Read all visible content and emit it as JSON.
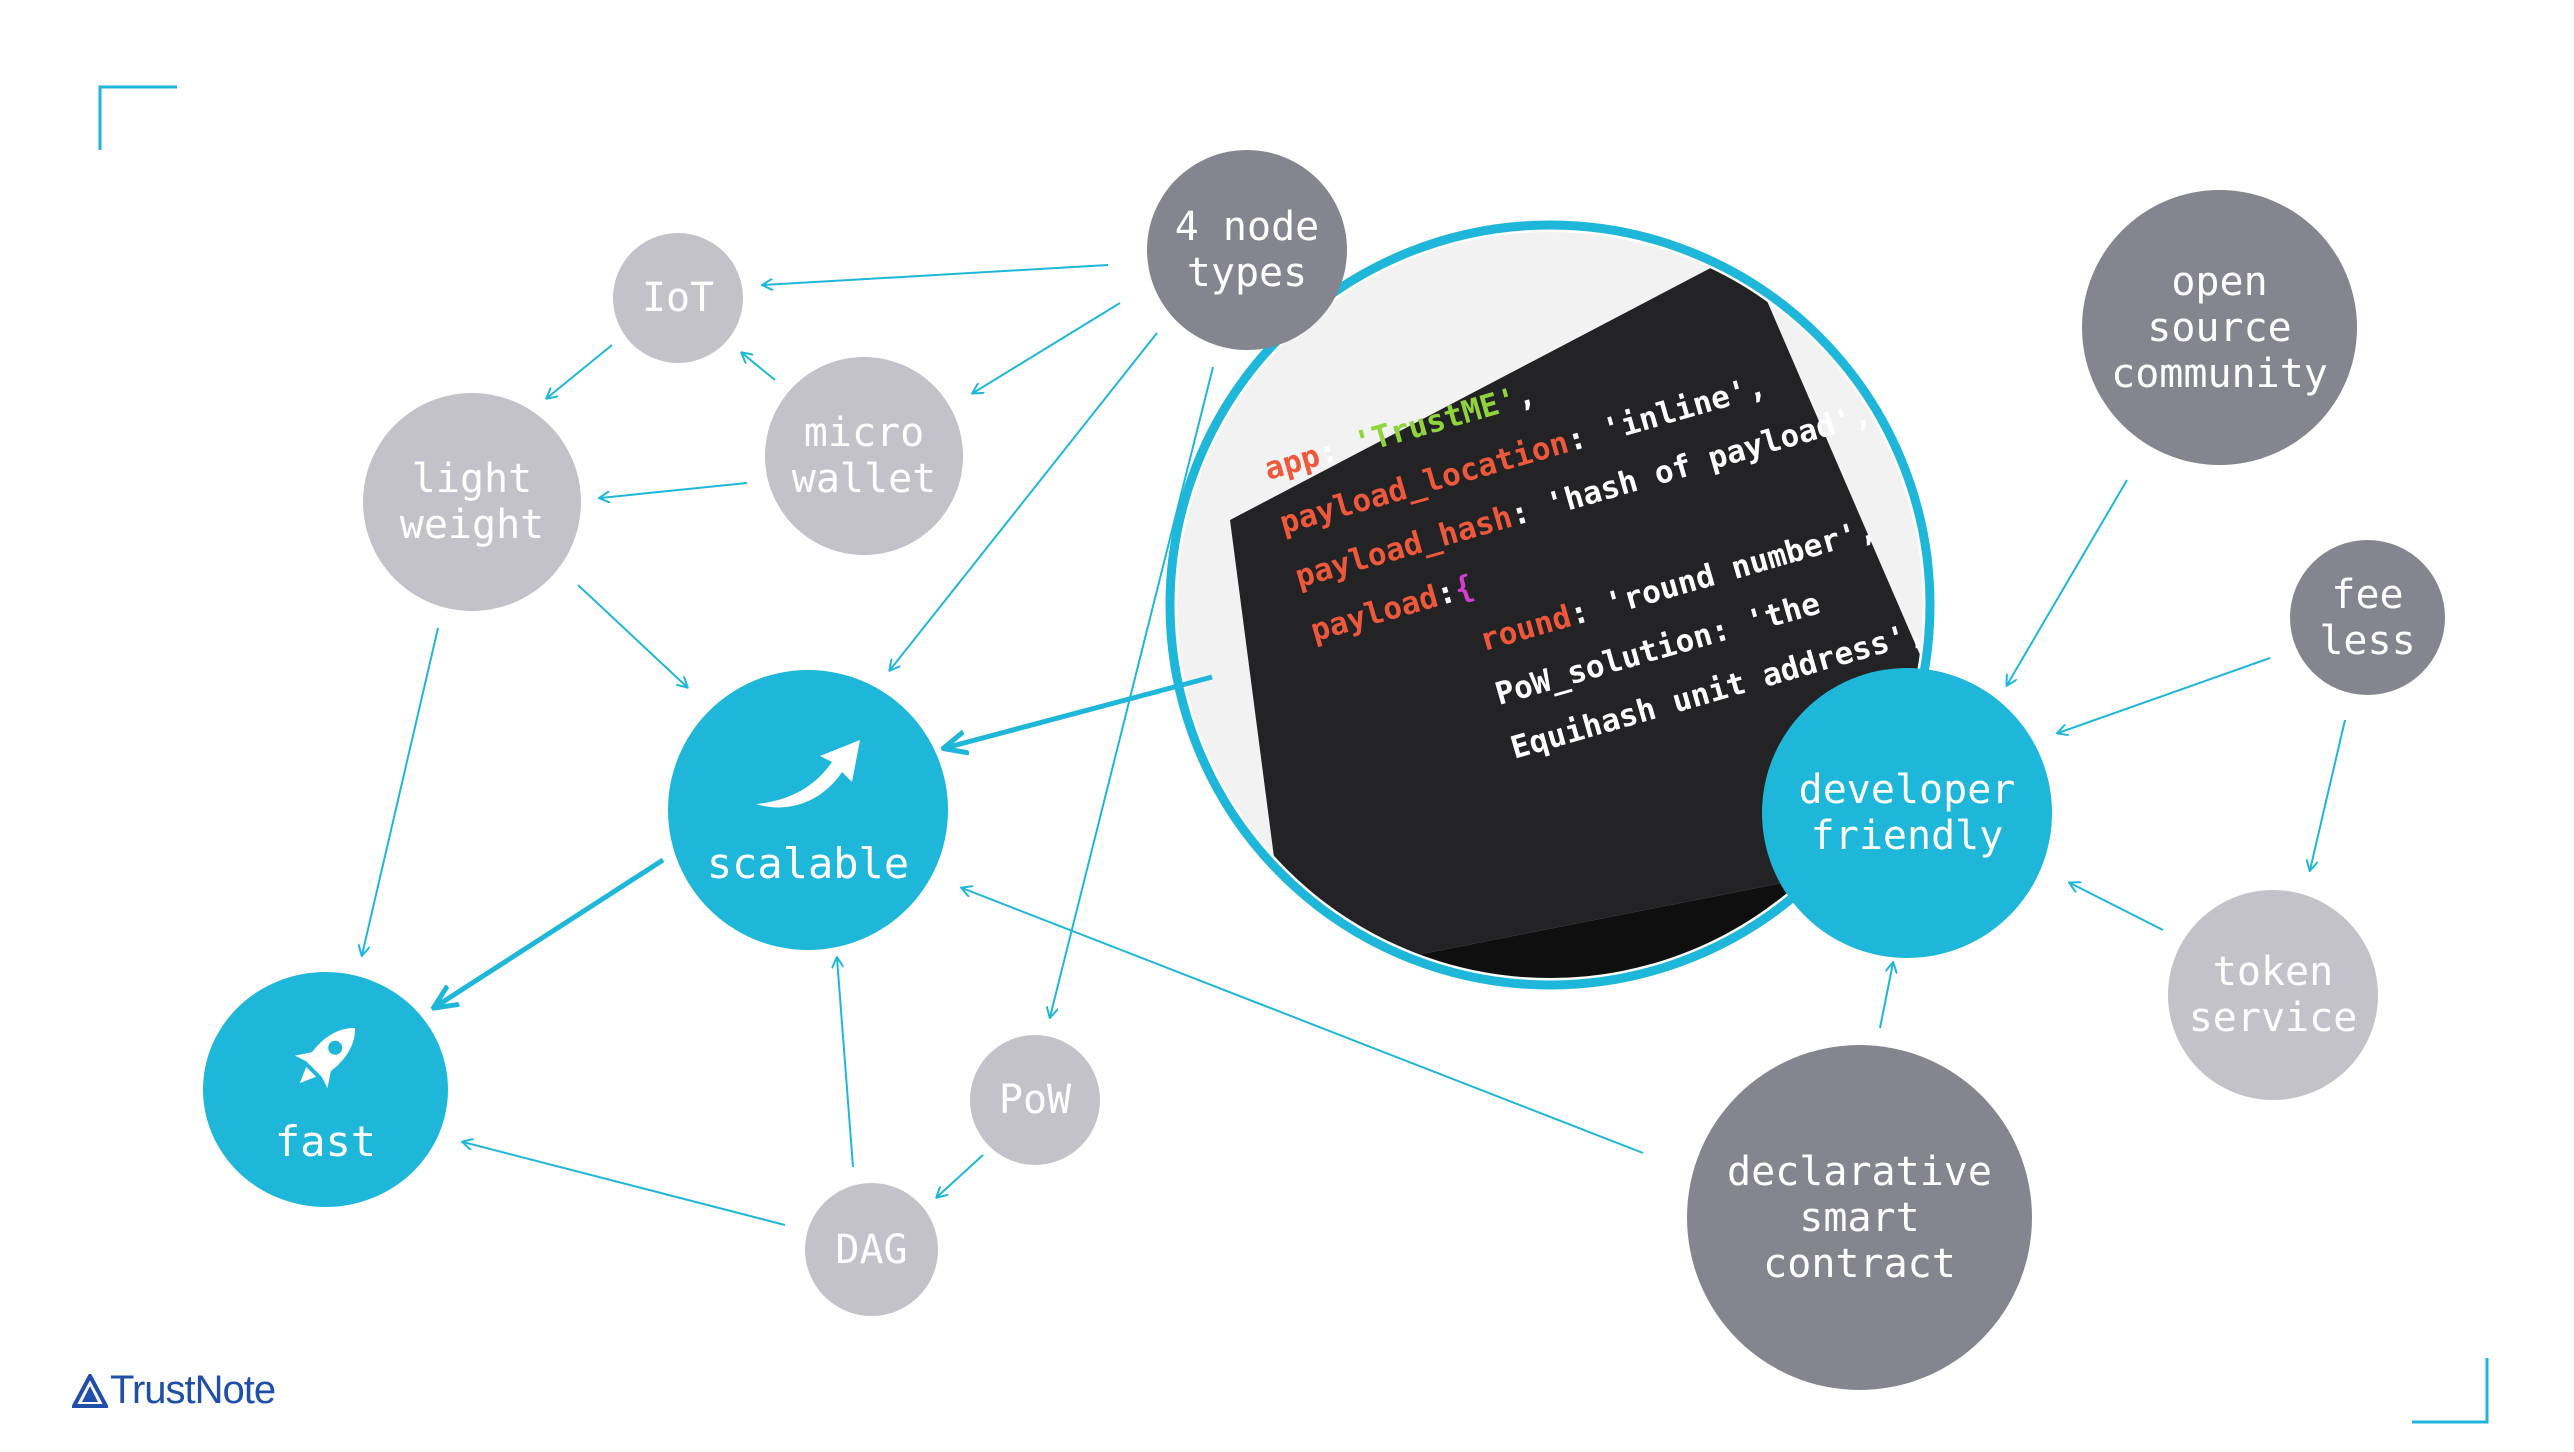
{
  "colors": {
    "accent": "#1fb7d9",
    "light_node": "#c2c2c8",
    "dark_node": "#85858f",
    "arrow": "#1fb7d9",
    "logo": "#1f4fa8"
  },
  "nodes": {
    "iot": "IoT",
    "micro_wallet": "micro\nwallet",
    "light_weight": "light\nweight",
    "four_node_types": "4 node\ntypes",
    "scalable": "scalable",
    "fast": "fast",
    "pow": "PoW",
    "dag": "DAG",
    "open_source_community": "open\nsource\ncommunity",
    "fee_less": "fee\nless",
    "developer_friendly": "developer\nfriendly",
    "token_service": "token\nservice",
    "declarative_smart_contract": "declarative\nsmart\ncontract"
  },
  "icons": {
    "scalable": "growth-arrow-icon",
    "fast": "rocket-icon"
  },
  "code_sample": {
    "line1_key": "app",
    "line1_value": "'TrustME'",
    "line2_key": "payload_location",
    "line2_value": "'inline'",
    "line3_key": "payload_hash",
    "line3_value": "'hash of payload'",
    "line4_key": "payload",
    "line4_brace": "{",
    "line5_key": "round",
    "line5_value": "'round number'",
    "line6_key": "PoW_solution",
    "line6_value": "'the",
    "line7_value": "Equihash unit address'"
  },
  "logo": {
    "text": "TrustNote"
  }
}
